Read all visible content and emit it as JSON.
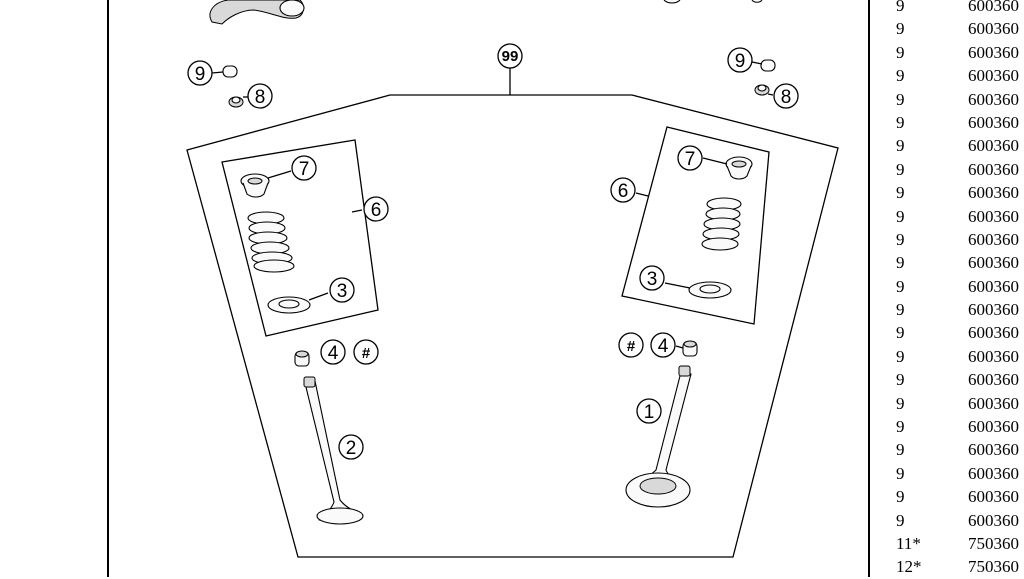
{
  "callouts": {
    "c1": "1",
    "c2": "2",
    "c3_left": "3",
    "c3_right": "3",
    "c4_left": "4",
    "c4_right": "4",
    "hash_left": "#",
    "hash_right": "#",
    "c6_left": "6",
    "c6_right": "6",
    "c7_left": "7",
    "c7_right": "7",
    "c8_left": "8",
    "c8_right": "8",
    "c9_left": "9",
    "c9_right": "9",
    "c99": "99"
  },
  "parts_list": [
    {
      "pos": "9",
      "number": "600360"
    },
    {
      "pos": "9",
      "number": "600360"
    },
    {
      "pos": "9",
      "number": "600360"
    },
    {
      "pos": "9",
      "number": "600360"
    },
    {
      "pos": "9",
      "number": "600360"
    },
    {
      "pos": "9",
      "number": "600360"
    },
    {
      "pos": "9",
      "number": "600360"
    },
    {
      "pos": "9",
      "number": "600360"
    },
    {
      "pos": "9",
      "number": "600360"
    },
    {
      "pos": "9",
      "number": "600360"
    },
    {
      "pos": "9",
      "number": "600360"
    },
    {
      "pos": "9",
      "number": "600360"
    },
    {
      "pos": "9",
      "number": "600360"
    },
    {
      "pos": "9",
      "number": "600360"
    },
    {
      "pos": "9",
      "number": "600360"
    },
    {
      "pos": "9",
      "number": "600360"
    },
    {
      "pos": "9",
      "number": "600360"
    },
    {
      "pos": "9",
      "number": "600360"
    },
    {
      "pos": "9",
      "number": "600360"
    },
    {
      "pos": "9",
      "number": "600360"
    },
    {
      "pos": "9",
      "number": "600360"
    },
    {
      "pos": "9",
      "number": "600360"
    },
    {
      "pos": "9",
      "number": "600360"
    },
    {
      "pos": "11*",
      "number": "750360"
    },
    {
      "pos": "12*",
      "number": "750360"
    }
  ]
}
